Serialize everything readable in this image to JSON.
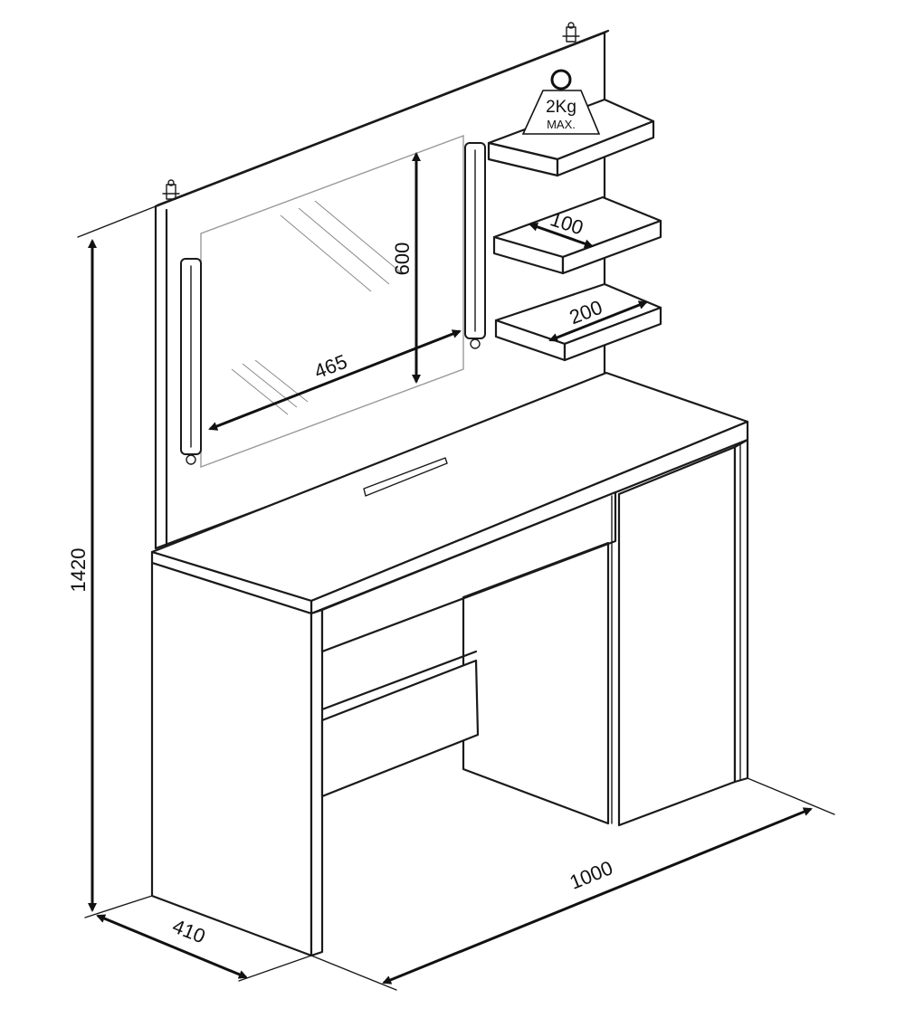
{
  "diagram": {
    "dimensions": {
      "total_height": "1420",
      "width": "1000",
      "depth": "410",
      "mirror_height": "600",
      "mirror_width": "465",
      "shelf_depth": "100",
      "shelf_width": "200"
    },
    "weight_badge": {
      "line1": "2Kg",
      "line2": "MAX.",
      "icon": "weight-icon"
    },
    "colors": {
      "stroke": "#1a1a1a",
      "mirror_edge": "#9a9a9a"
    }
  }
}
